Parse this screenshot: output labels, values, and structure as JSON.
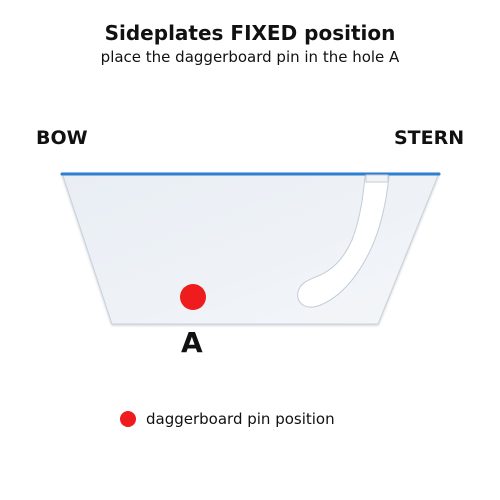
{
  "title": "Sideplates FIXED position",
  "subtitle": "place the daggerboard pin in the hole A",
  "labels": {
    "bow": "BOW",
    "stern": "STERN",
    "hole": "A"
  },
  "legend": {
    "text": "daggerboard pin position",
    "marker": "red-dot"
  },
  "colors": {
    "plate_fill": "#eef2f6",
    "plate_edge": "#2d7fd0",
    "pin": "#ee1c1c",
    "text": "#111111"
  }
}
